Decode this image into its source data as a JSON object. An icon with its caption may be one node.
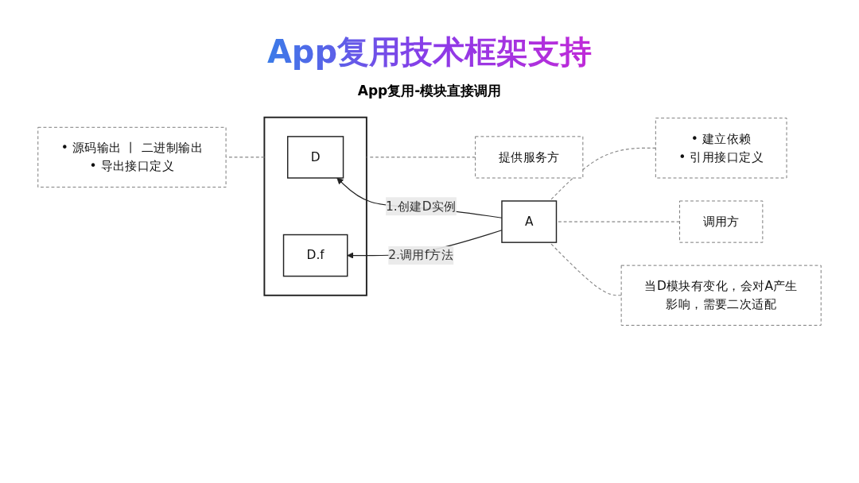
{
  "diagram": {
    "title": "App复用技术框架支持",
    "nodes": [
      {
        "text": [
          "提供服务方"
        ]
      },
      {
        "text": [
          "调用方"
        ]
      },
      {
        "text": [
          "• 源码输出 丨 二进制输出",
          "• 导出接口定义"
        ]
      },
      {
        "text": [],
        "shape": "box"
      },
      {
        "text": [
          "D"
        ],
        "in": 3
      },
      {
        "text": [
          "D.f"
        ],
        "in": 3
      },
      {
        "text": [
          "A"
        ]
      },
      {
        "text": [
          "• 建立依赖",
          "• 引用接口定义"
        ]
      },
      {
        "text": [
          "当D模块有变化，会对A产生影响，需要二次适配"
        ]
      }
    ],
    "edges": [
      {
        "from": 7,
        "to": 6,
        "arrow": "none",
        "style": "dashed"
      },
      {
        "from": 1,
        "to": 6,
        "arrow": "none",
        "style": "dashed"
      },
      {
        "from": 8,
        "to": 6,
        "arrow": "none",
        "style": "dashed"
      },
      {
        "from": 6,
        "to": 4,
        "label": "1.创建D实例",
        "arrow": "to",
        "color": "#222222"
      },
      {
        "from": 6,
        "to": 5,
        "label": "2.调用f方法",
        "arrow": "to",
        "color": "#222222"
      },
      {
        "from": 0,
        "to": 3,
        "arrow": "none",
        "style": "dashed"
      },
      {
        "from": 3,
        "to": 2,
        "arrow": "none",
        "style": "dashed"
      }
    ],
    "labels": [
      "App复用-模块直接调用"
    ]
  }
}
